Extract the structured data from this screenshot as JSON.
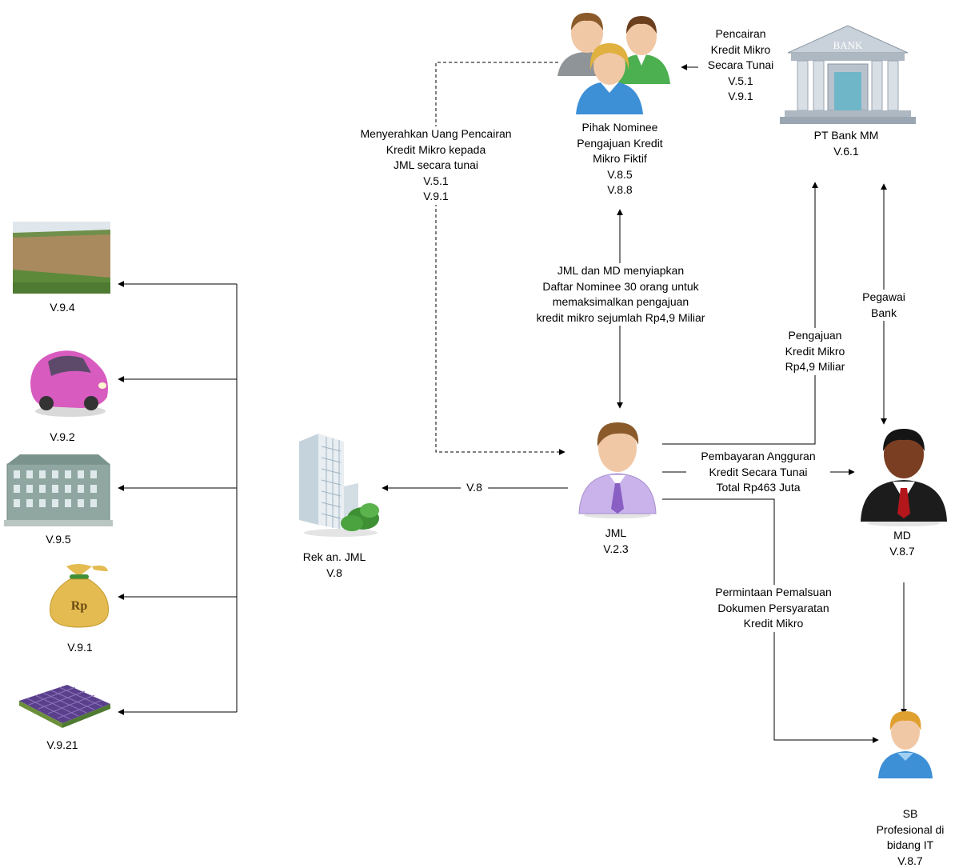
{
  "nodes": {
    "nominee": [
      "Pihak Nominee",
      "Pengajuan Kredit",
      "Mikro Fiktif",
      "V.8.5",
      "V.8.8"
    ],
    "bank": [
      "PT Bank MM",
      "V.6.1"
    ],
    "bank_sign": "BANK",
    "jml": [
      "JML",
      "V.2.3"
    ],
    "md": [
      "MD",
      "V.8.7"
    ],
    "sb": [
      "SB",
      "Profesional di",
      "bidang IT",
      "V.8.7"
    ],
    "rekening": [
      "Rek an. JML",
      "V.8"
    ],
    "money_bag_text": "Rp",
    "assets": [
      {
        "label": "V.9.4",
        "icon": "farmland-photo"
      },
      {
        "label": "V.9.2",
        "icon": "pink-car-icon"
      },
      {
        "label": "V.9.5",
        "icon": "building-icon"
      },
      {
        "label": "V.9.1",
        "icon": "money-bag-icon"
      },
      {
        "label": "V.9.21",
        "icon": "plantation-plot-icon"
      }
    ]
  },
  "edges": {
    "bank_to_nominee": [
      "Pencairan",
      "Kredit Mikro",
      "Secara Tunai",
      "V.5.1",
      "V.9.1"
    ],
    "nominee_to_jml": [
      "Menyerahkan Uang Pencairan",
      "Kredit Mikro kepada",
      "JML secara tunai",
      "V.5.1",
      "V.9.1"
    ],
    "jml_md_nominee": [
      "JML dan MD menyiapkan",
      "Daftar Nominee 30 orang untuk",
      "memaksimalkan pengajuan",
      "kredit mikro sejumlah Rp4,9 Miliar"
    ],
    "jml_to_bank": [
      "Pengajuan",
      "Kredit Mikro",
      "Rp4,9 Miliar"
    ],
    "bank_md": [
      "Pegawai",
      "Bank"
    ],
    "jml_to_md": [
      "Pembayaran Angguran",
      "Kredit Secara Tunai",
      "Total Rp463 Juta"
    ],
    "jml_to_rek": "V.8",
    "jml_to_sb": [
      "Permintaan Pemalsuan",
      "Dokumen Persyaratan",
      "Kredit Mikro"
    ]
  },
  "colors": {
    "line": "#000000",
    "skin": "#f1c8a6",
    "hair_brown": "#8a5a2b",
    "hair_blonde": "#e0b040",
    "shirt_green": "#4caf50",
    "shirt_blue": "#3d8fd6",
    "shirt_lavender": "#c9b3ea",
    "tie_purple": "#8a5fc4",
    "suit_black": "#1c1c1c",
    "tie_red": "#b3161b",
    "bank_gray": "#b8c2cc",
    "glass_teal": "#6fb6c9",
    "car_pink": "#d85bc0",
    "bag_gold": "#e3bb50",
    "field_brown": "#a98a5f",
    "grass_green": "#4f7a32",
    "plot_purple": "#5a3f8c",
    "tree_green": "#3f8f35"
  }
}
